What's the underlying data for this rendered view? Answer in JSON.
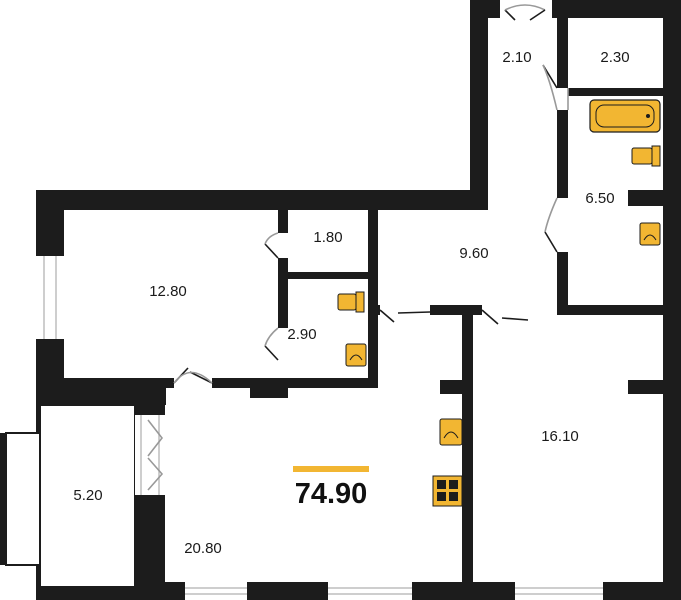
{
  "total_area": "74.90",
  "rooms": [
    {
      "label": "2.10"
    },
    {
      "label": "2.30"
    },
    {
      "label": "6.50"
    },
    {
      "label": "1.80"
    },
    {
      "label": "9.60"
    },
    {
      "label": "12.80"
    },
    {
      "label": "2.90"
    },
    {
      "label": "16.10"
    },
    {
      "label": "5.20"
    },
    {
      "label": "20.80"
    }
  ],
  "colors": {
    "wall": "#1c1c1c",
    "fixture": "#f2b632",
    "accent_bar": "#f2b632",
    "window_line": "#bdbdbd"
  },
  "icons": [
    "bathtub-icon",
    "toilet-icon",
    "sink-icon",
    "stove-icon",
    "door-swing-icon",
    "window-icon"
  ]
}
